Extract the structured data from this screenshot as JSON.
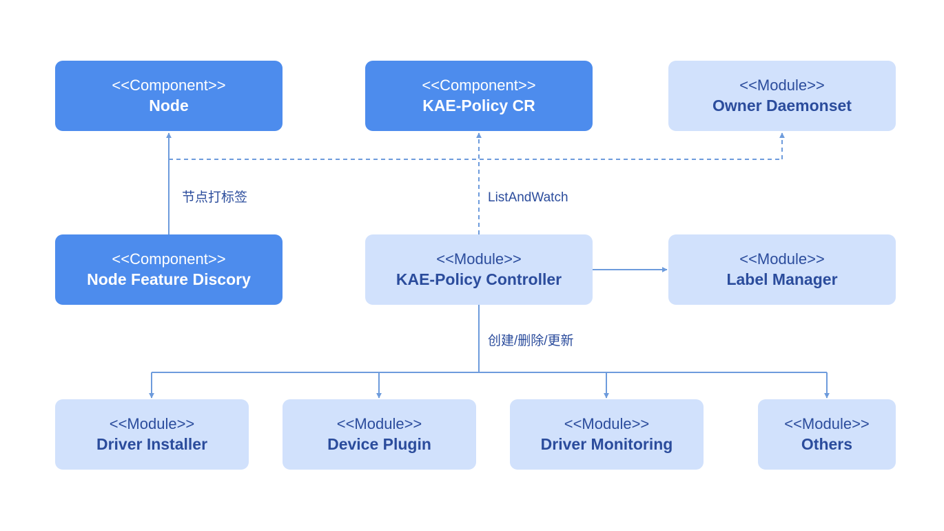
{
  "nodes": {
    "node": {
      "stereotype": "<<Component>>",
      "name": "Node",
      "kind": "dark"
    },
    "kae_policy_cr": {
      "stereotype": "<<Component>>",
      "name": "KAE-Policy CR",
      "kind": "dark"
    },
    "owner_daemonset": {
      "stereotype": "<<Module>>",
      "name": "Owner Daemonset",
      "kind": "light"
    },
    "nfd": {
      "stereotype": "<<Component>>",
      "name": "Node Feature Discory",
      "kind": "dark"
    },
    "controller": {
      "stereotype": "<<Module>>",
      "name": "KAE-Policy Controller",
      "kind": "light"
    },
    "label_manager": {
      "stereotype": "<<Module>>",
      "name": "Label Manager",
      "kind": "light"
    },
    "driver_installer": {
      "stereotype": "<<Module>>",
      "name": "Driver Installer",
      "kind": "light"
    },
    "device_plugin": {
      "stereotype": "<<Module>>",
      "name": "Device Plugin",
      "kind": "light"
    },
    "driver_monitoring": {
      "stereotype": "<<Module>>",
      "name": "Driver Monitoring",
      "kind": "light"
    },
    "others": {
      "stereotype": "<<Module>>",
      "name": "Others",
      "kind": "light"
    }
  },
  "edges": {
    "node_labeling": "节点打标签",
    "list_and_watch": "ListAndWatch",
    "create_delete_update": "创建/删除/更新"
  },
  "colors": {
    "component_fill": "#4d8ced",
    "module_fill": "#d1e1fc",
    "module_text": "#2b4c9c",
    "connector": "#6d9bdc"
  }
}
